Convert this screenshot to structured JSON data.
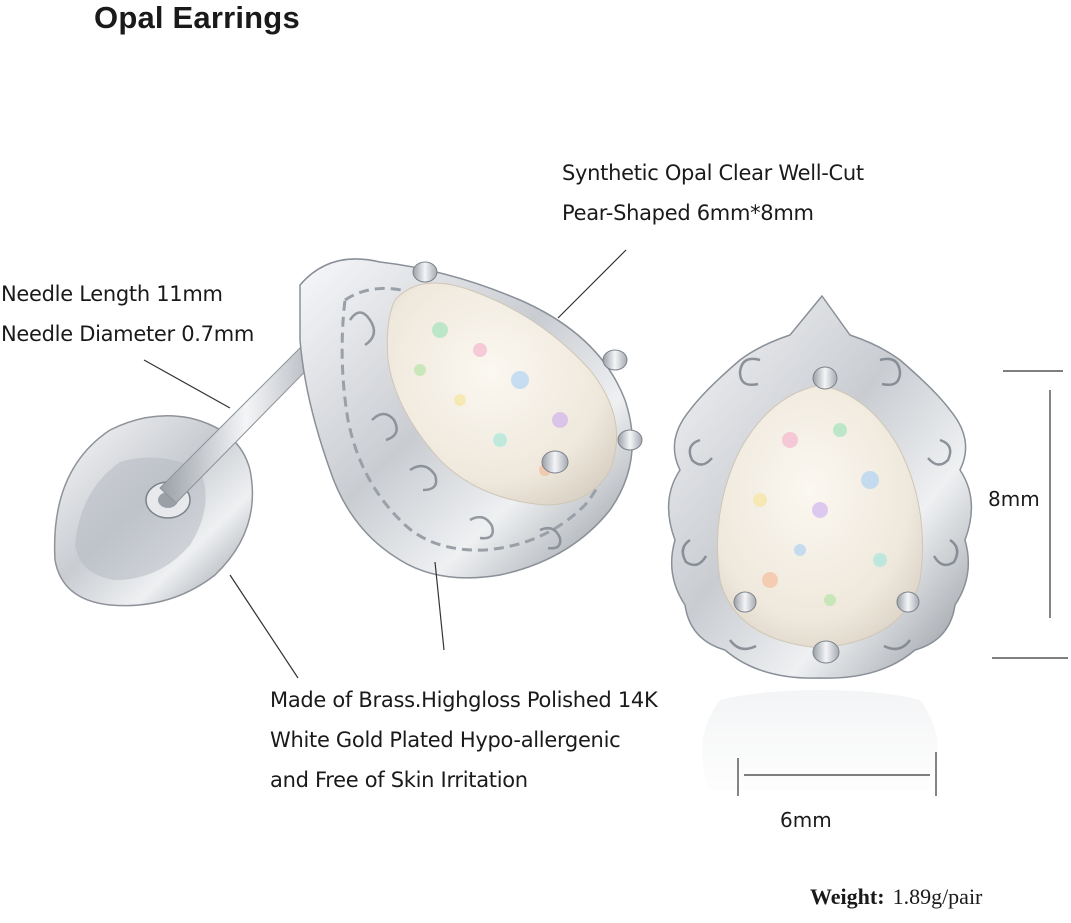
{
  "title": "Opal Earrings",
  "labels": {
    "opal": {
      "line1": "Synthetic Opal Clear Well-Cut",
      "line2": "Pear-Shaped 6mm*8mm"
    },
    "needle": {
      "line1": "Needle Length 11mm",
      "line2": "Needle Diameter 0.7mm"
    },
    "material": {
      "line1": "Made of Brass.Highgloss Polished 14K",
      "line2": "White Gold Plated Hypo-allergenic",
      "line3": "and Free of Skin Irritation"
    }
  },
  "dimensions": {
    "height": "8mm",
    "width": "6mm"
  },
  "weight": {
    "label": "Weight:",
    "value": "1.89g/pair"
  },
  "colors": {
    "silver": "#d9dce0",
    "opal_base": "#f4efe6",
    "text": "#1a1a1a"
  }
}
